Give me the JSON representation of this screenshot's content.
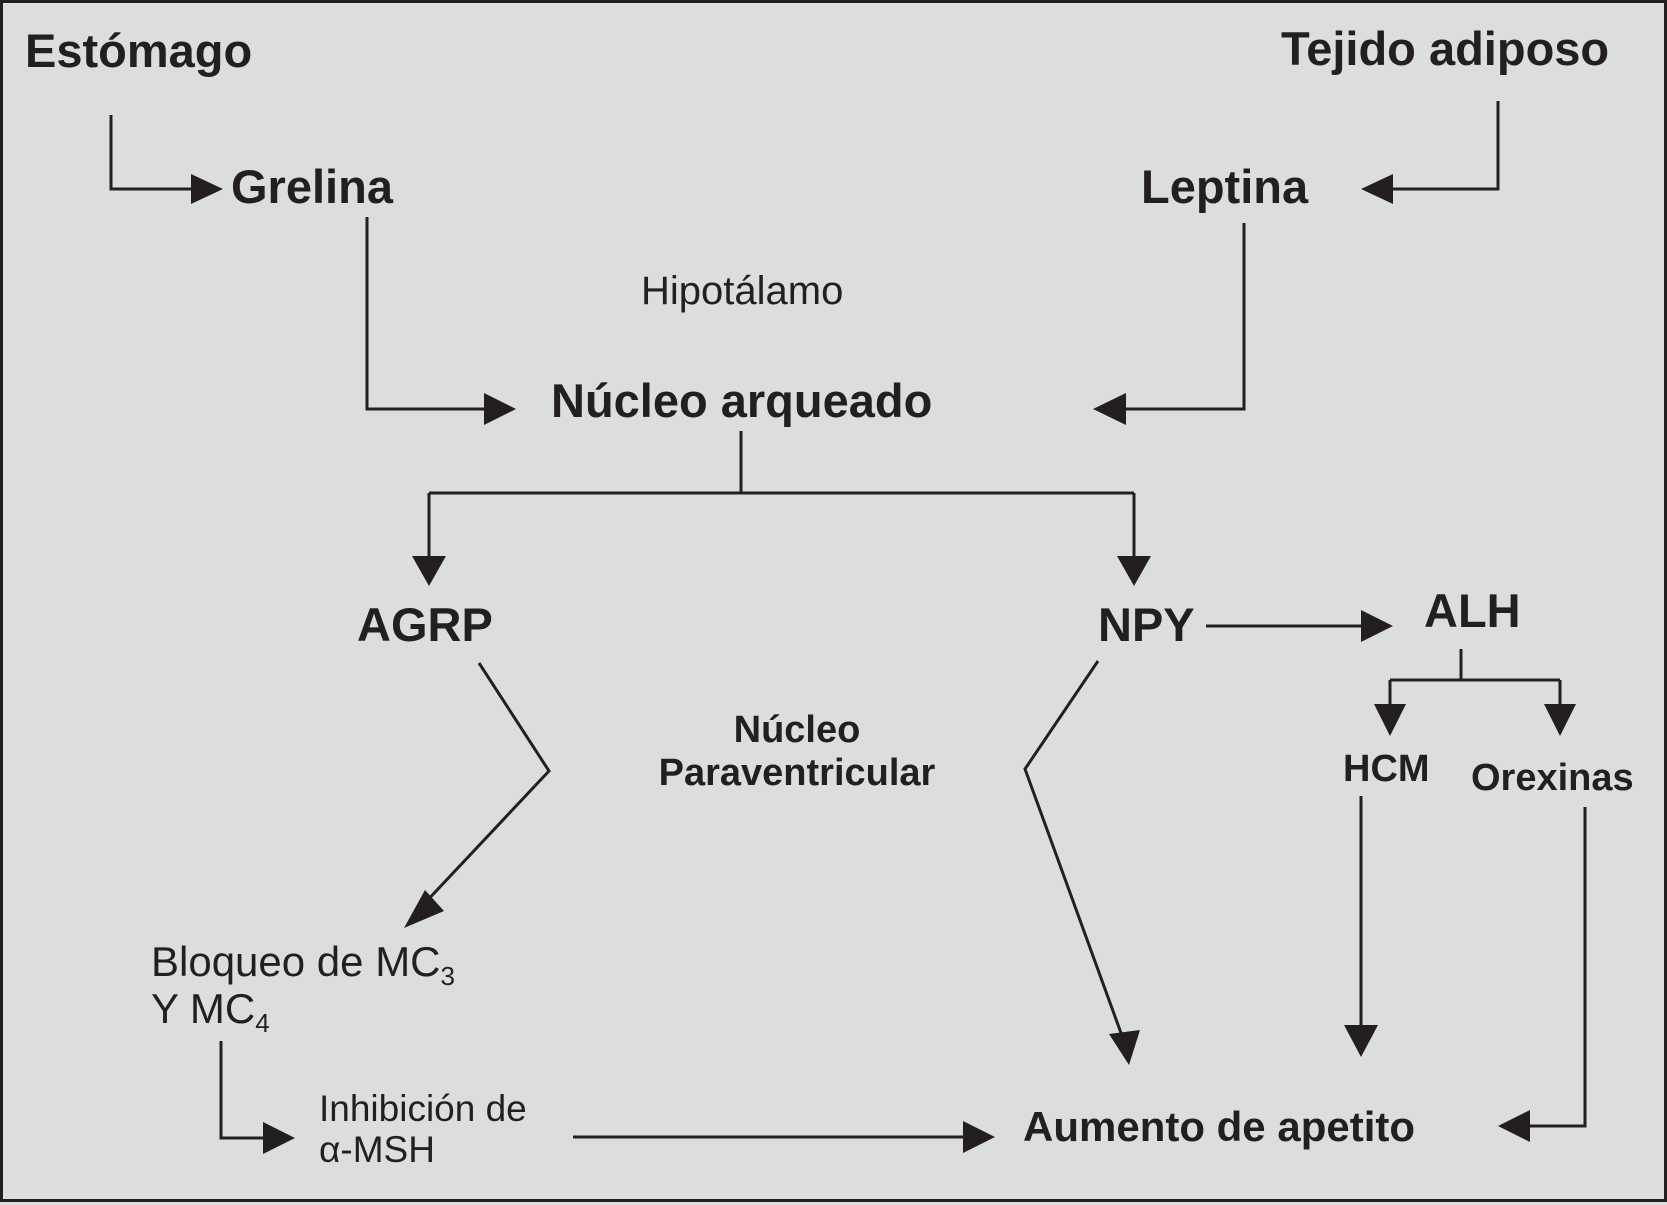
{
  "nodes": {
    "estomago": "Estómago",
    "tejido_adiposo": "Tejido adiposo",
    "grelina": "Grelina",
    "leptina": "Leptina",
    "hipotalamo": "Hipotálamo",
    "nucleo_arqueado": "Núcleo arqueado",
    "agrp": "AGRP",
    "npy": "NPY",
    "alh": "ALH",
    "nucleo_paraventricular_line1": "Núcleo",
    "nucleo_paraventricular_line2": "Paraventricular",
    "hcm": "HCM",
    "orexinas": "Orexinas",
    "bloqueo_line1_text": "Bloqueo de MC",
    "bloqueo_line1_sub": "3",
    "bloqueo_line2_text": "Y MC",
    "bloqueo_line2_sub": "4",
    "inhibicion_line1": "Inhibición de",
    "inhibicion_line2": "α-MSH",
    "aumento_apetito": "Aumento de apetito"
  },
  "colors": {
    "background": "#dcdedd",
    "ink": "#231f20"
  }
}
